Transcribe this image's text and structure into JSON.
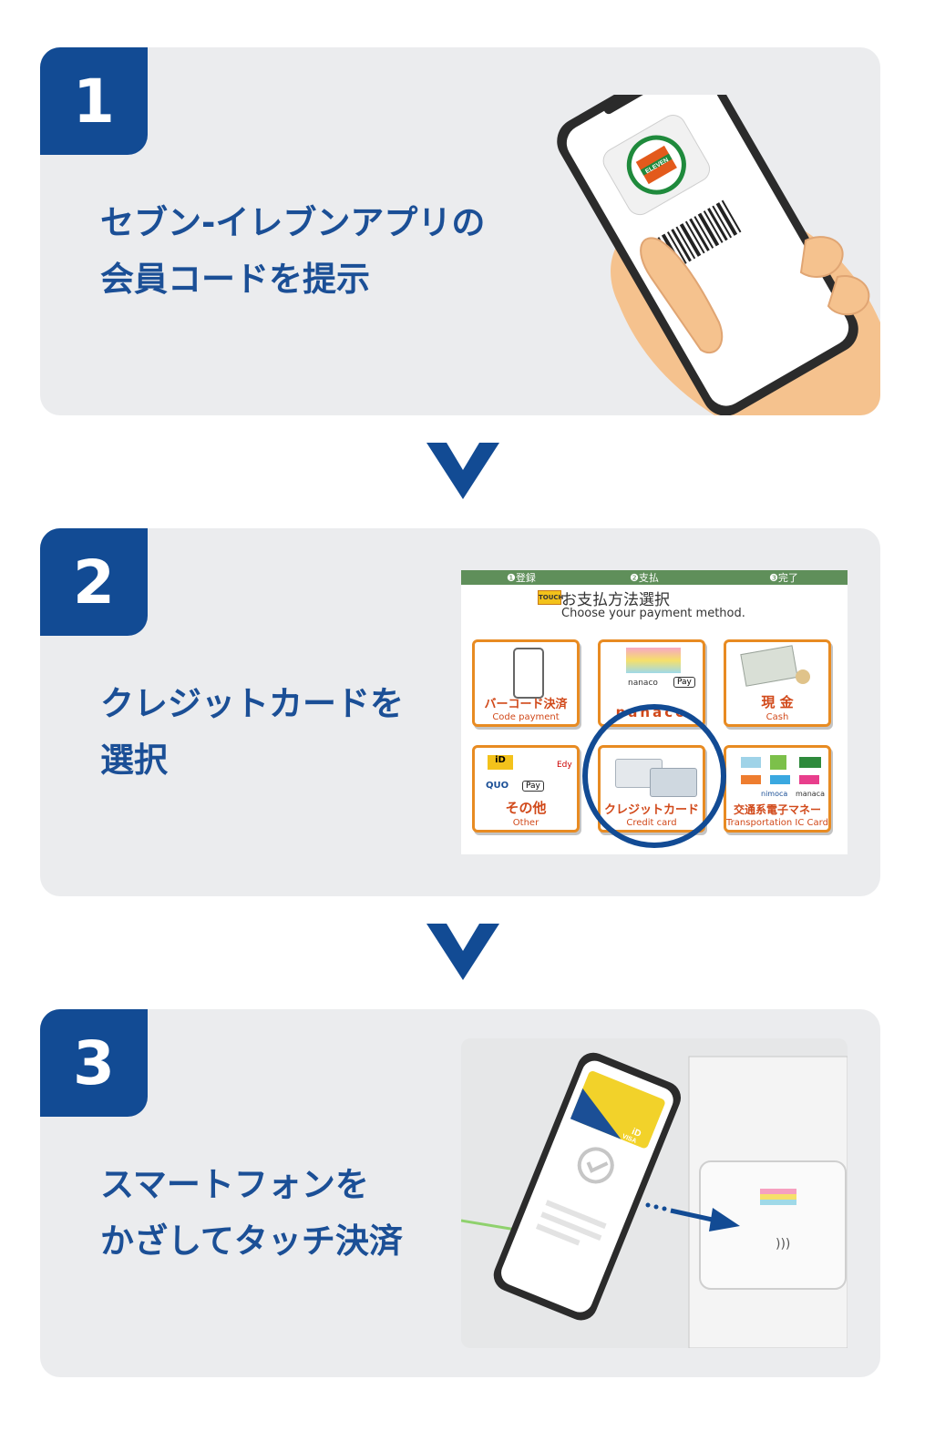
{
  "steps": [
    {
      "number": "1",
      "line1": "セブン-イレブンアプリの",
      "line2": "会員コードを提示"
    },
    {
      "number": "2",
      "line1": "クレジットカードを",
      "line2": "選択"
    },
    {
      "number": "3",
      "line1": "スマートフォンを",
      "line2": "かざしてタッチ決済"
    }
  ],
  "kiosk": {
    "nav": [
      "❶登録",
      "❷支払",
      "❸完了"
    ],
    "touch_label": "TOUCH",
    "title": "お支払方法選択",
    "subtitle": "Choose your payment method.",
    "tiles": [
      {
        "jp": "バーコード決済",
        "en": "Code payment"
      },
      {
        "jp": "nanaco",
        "en": ""
      },
      {
        "jp": "現 金",
        "en": "Cash"
      },
      {
        "jp": "その他",
        "en": "Other"
      },
      {
        "jp": "クレジットカード",
        "en": "Credit card"
      },
      {
        "jp": "交通系電子マネー",
        "en": "Transportation IC Card"
      }
    ],
    "small_labels": {
      "nanaco_card": "nanaco",
      "apple_pay": "Pay",
      "quo": "QUO",
      "edy": "Edy",
      "nimoca": "nimoca",
      "manaca": "manaca"
    }
  },
  "phone": {
    "brand_logo": "ELEVEN"
  },
  "card": {
    "brand": "iD",
    "network": "VISA"
  },
  "colors": {
    "accent": "#124b94",
    "panel": "#ebecee",
    "orange": "#e88b22",
    "kiosk_green": "#5f8f5a"
  }
}
